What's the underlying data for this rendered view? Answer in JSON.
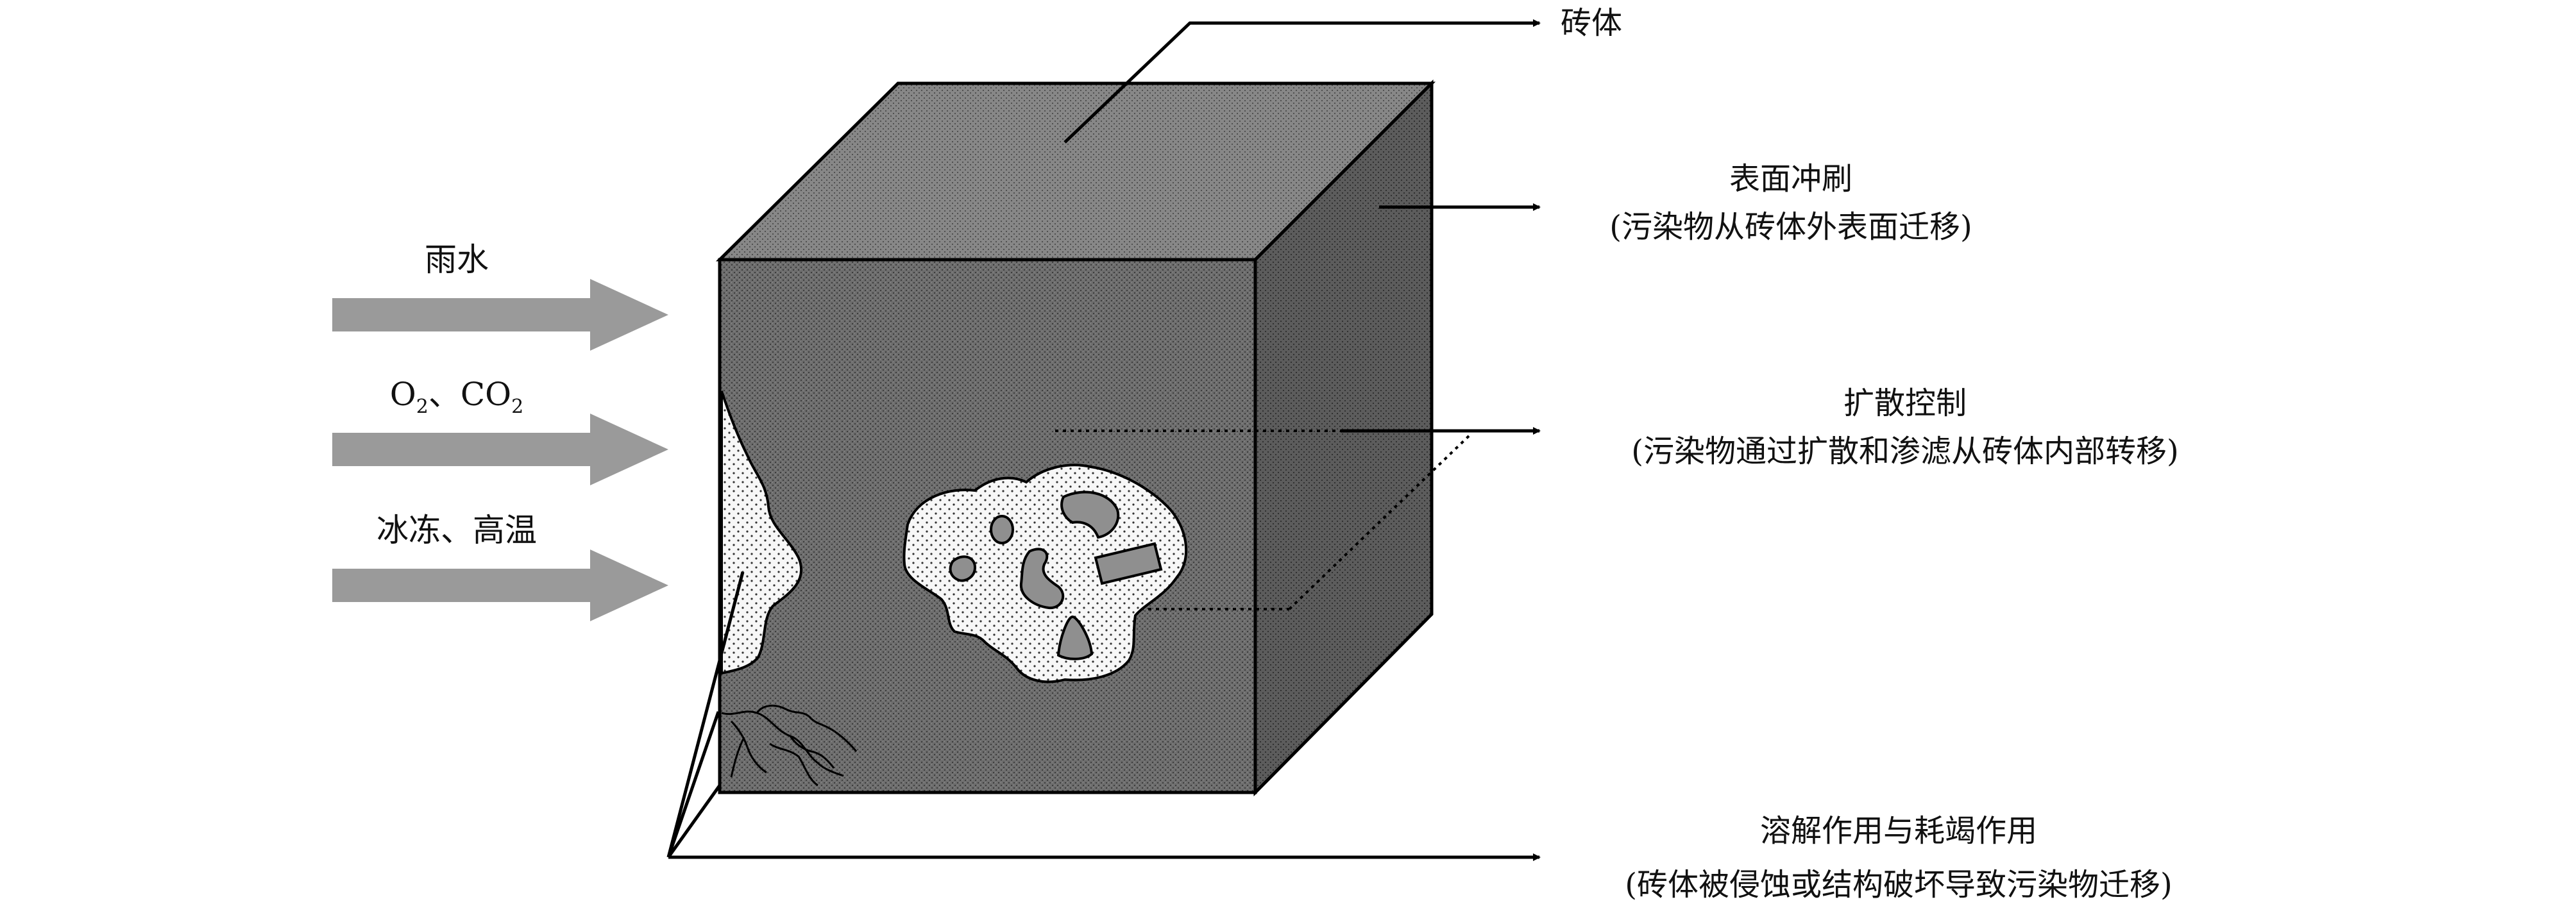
{
  "inputs": [
    {
      "label": "雨水"
    },
    {
      "label_main_1": "O",
      "label_sub_1": "2",
      "label_sep": "、",
      "label_main_2": "CO",
      "label_sub_2": "2"
    },
    {
      "label": "冰冻、高温"
    }
  ],
  "annotations": {
    "brick": {
      "title": "砖体"
    },
    "surface_wash": {
      "title": "表面冲刷",
      "detail": "(污染物从砖体外表面迁移)"
    },
    "diffusion": {
      "title": "扩散控制",
      "detail": "(污染物通过扩散和渗滤从砖体内部转移)"
    },
    "dissolution": {
      "title": "溶解作用与耗竭作用",
      "detail": "(砖体被侵蚀或结构破坏导致污染物迁移)"
    }
  },
  "colors": {
    "arrow_fill": "#9a9a9a",
    "front_face": "#6e6e6e",
    "top_face": "#858585",
    "side_face": "#5a5a5a",
    "stipple_bg": "#f7f7f7",
    "inclusion": "#8f8f8f",
    "line": "#000000"
  }
}
